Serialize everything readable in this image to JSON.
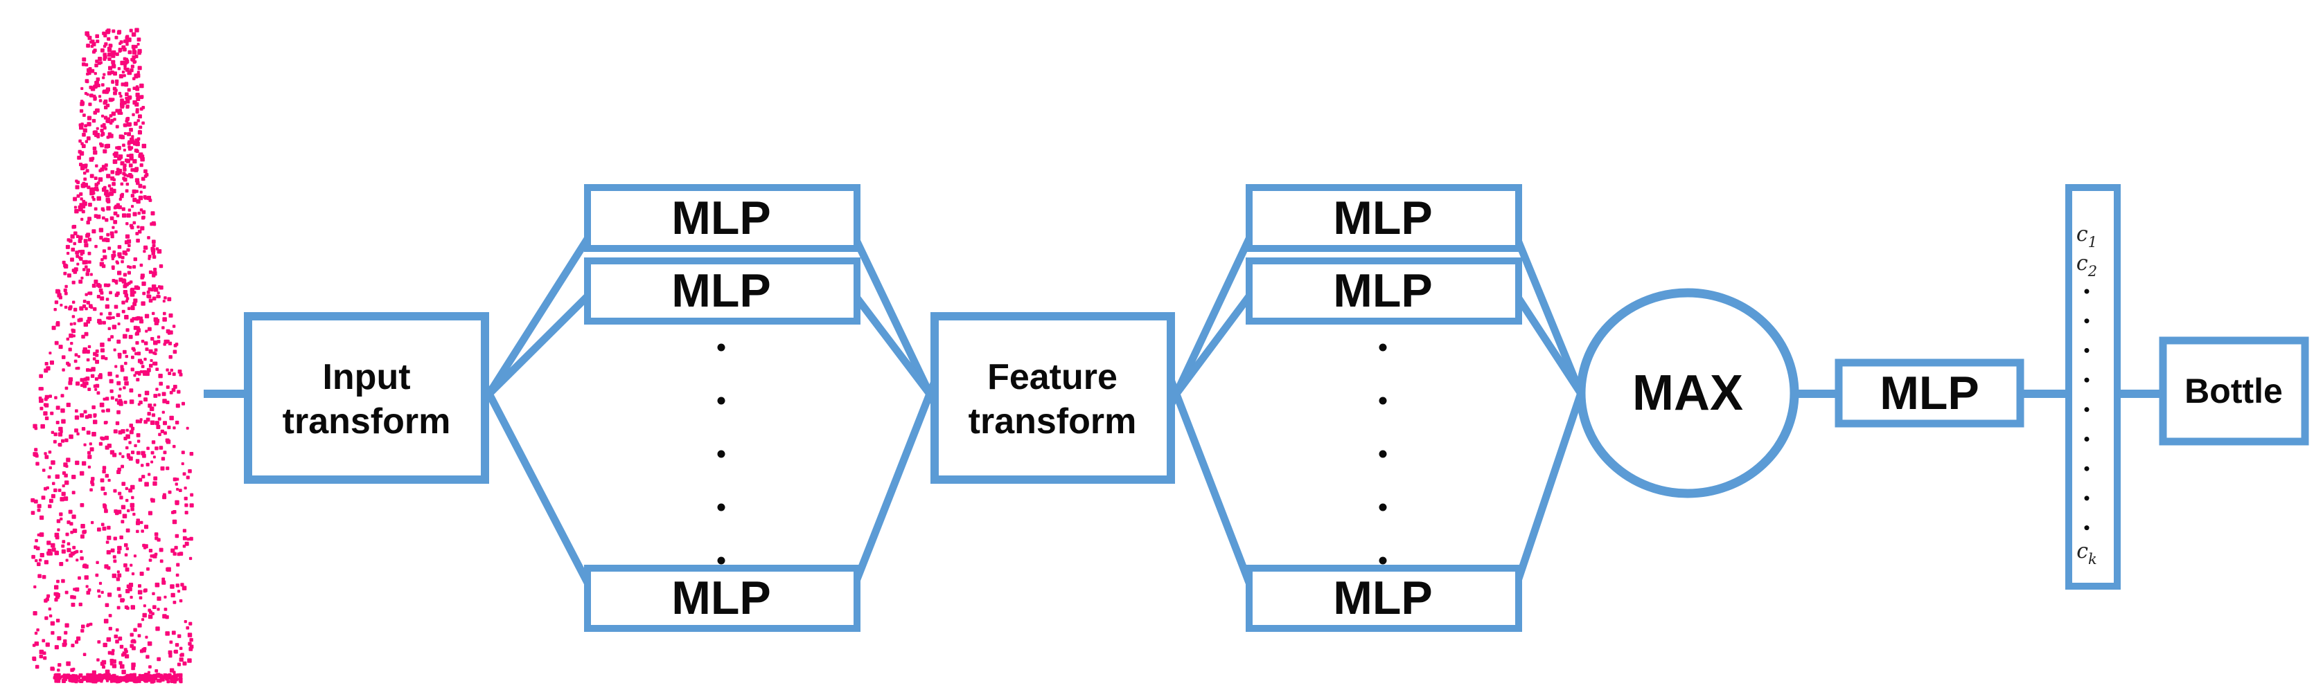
{
  "diagram": {
    "background": "#ffffff",
    "accent_blue": "#5B9BD5",
    "text_color": "#0a0a0a",
    "pointcloud": {
      "semantic": "bottle-point-cloud",
      "color": "#F9077A",
      "point_count": 1500,
      "baseline_point_count": 280
    },
    "nodes": {
      "input_transform": {
        "line1": "Input",
        "line2": "transform"
      },
      "feature_transform": {
        "line1": "Feature",
        "line2": "transform"
      },
      "mlp_label": "MLP",
      "max_label": "MAX",
      "bottle_label": "Bottle"
    },
    "vector": {
      "c1": {
        "base": "c",
        "sub": "1"
      },
      "c2": {
        "base": "c",
        "sub": "2"
      },
      "ck": {
        "base": "c",
        "sub": "k"
      },
      "dot_count": 9
    },
    "fan_dot_count": 5
  }
}
